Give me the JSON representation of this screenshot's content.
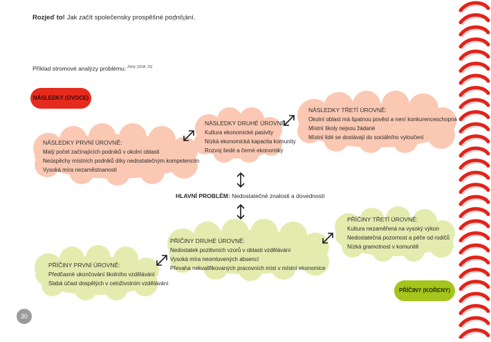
{
  "header": {
    "bold": "Rozjeď to!",
    "text": " Jak začít společensky prospěšné podnikání."
  },
  "subtitle": {
    "text": "Příklad stromové analýzy problému:",
    "source": "Zdroj: [SOA: 15]"
  },
  "labels": {
    "effects": "NÁSLEDKY (OVOCE)",
    "causes": "PŘÍČINY (KOŘENY)"
  },
  "problem": {
    "label": "HLAVNÍ PROBLÉM:",
    "text": " Nedostatečné znalosti a dovednosti"
  },
  "effects_level1": {
    "heading": "NÁSLEDKY PRVNÍ ÚROVNĚ:",
    "items": [
      "Malý počet začínajících podniků v okolní oblasti",
      "Neúspěchy místních podniků díky nedostatečným kompetencím",
      "Vysoká míra nezaměstnanosti"
    ]
  },
  "effects_level2": {
    "heading": "NÁSLEDKY DRUHÉ ÚROVNĚ:",
    "items": [
      "Kultura ekonomické pasivity",
      "Nízká ekonomická kapacita komunity",
      "Rozvoj šedé a černé ekonomiky"
    ]
  },
  "effects_level3": {
    "heading": "NÁSLEDKY TŘETÍ ÚROVNĚ:",
    "items": [
      "Okolní oblast má špatnou pověst a není konkurenceschopná",
      "Místní školy nejsou žádané",
      "Místní lidé se dostávají do sociálního vyloučení"
    ]
  },
  "causes_level1": {
    "heading": "PŘÍČINY PRVNÍ ÚROVNĚ:",
    "items": [
      "Předčasné ukončování školního vzdělávání",
      "Slabá účast dospělých v celoživotním vzdělávání"
    ]
  },
  "causes_level2": {
    "heading": "PŘÍČINY DRUHÉ ÚROVNĚ:",
    "items": [
      "Nedostatek pozitivních vzorů v oblasti vzdělávání",
      "Vysoká míra neomluvených absencí",
      "Převaha nekvalifikovaných pracovních míst v místní ekonomice"
    ]
  },
  "causes_level3": {
    "heading": "PŘÍČINY TŘETÍ ÚROVNĚ:",
    "items": [
      "Kultura nezaměřená na vysoký výkon",
      "Nedostatečná pozornost a péče od rodičů",
      "Nízká gramotnost v komunitě"
    ]
  },
  "page_number": "30",
  "colors": {
    "effects_cloud": "#fbc8b3",
    "causes_cloud": "#e3ecae",
    "effects_pill": "#e62a1e",
    "causes_pill": "#a6c51c",
    "spiral": "#e2231a"
  }
}
